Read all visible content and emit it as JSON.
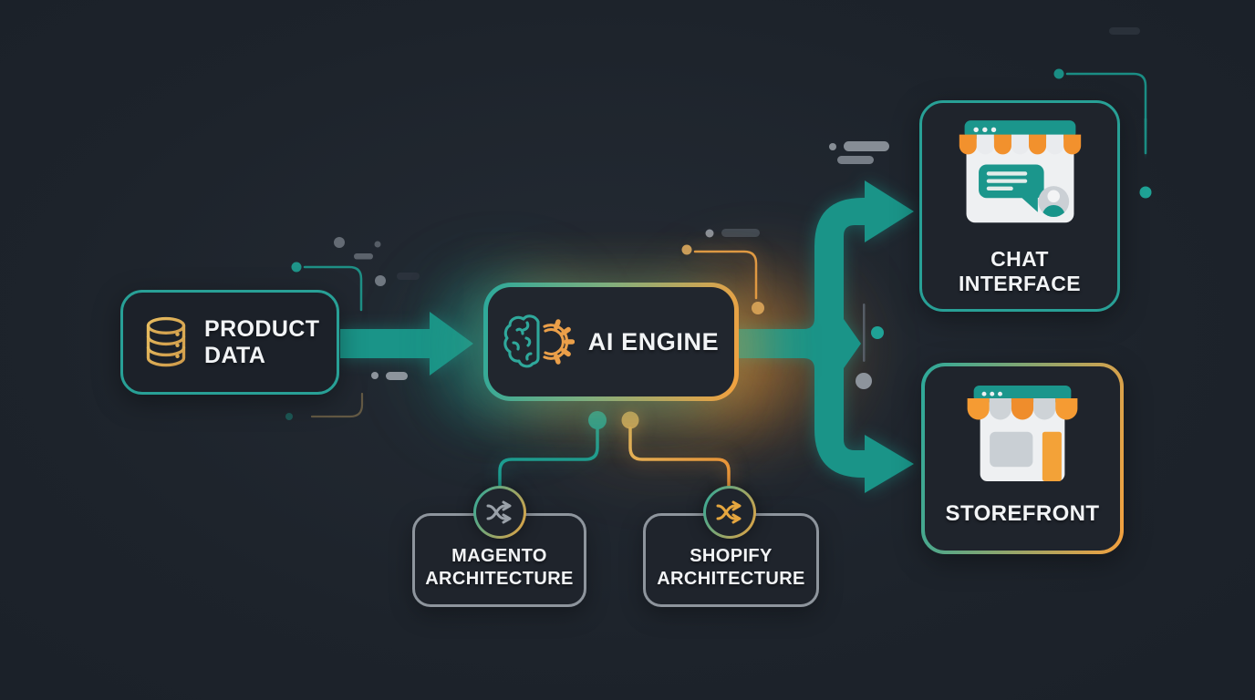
{
  "diagram": {
    "type": "flow-diagram",
    "nodes": {
      "product_data": {
        "label": [
          "PRODUCT",
          "DATA"
        ],
        "icon": "database-icon"
      },
      "ai_engine": {
        "label": "AI ENGINE",
        "icon": "brain-gear-icon"
      },
      "chat_interface": {
        "label": [
          "CHAT",
          "INTERFACE"
        ],
        "icon": "chat-window-icon"
      },
      "storefront": {
        "label": "STOREFRONT",
        "icon": "storefront-icon"
      },
      "magento": {
        "label": [
          "MAGENTO",
          "ARCHITECTURE"
        ],
        "icon": "shuffle-icon"
      },
      "shopify": {
        "label": [
          "SHOPIFY",
          "ARCHITECTURE"
        ],
        "icon": "shuffle-icon"
      }
    },
    "edges": [
      {
        "from": "product_data",
        "to": "ai_engine",
        "style": "thick-teal-arrow"
      },
      {
        "from": "ai_engine",
        "to": "chat_interface",
        "style": "thick-teal-branch-arrow"
      },
      {
        "from": "ai_engine",
        "to": "storefront",
        "style": "thick-teal-branch-arrow"
      },
      {
        "from": "ai_engine",
        "to": "magento",
        "style": "thin-teal-line-with-dot"
      },
      {
        "from": "ai_engine",
        "to": "shopify",
        "style": "thin-orange-line-with-dot"
      }
    ],
    "colors": {
      "background": "#1d232b",
      "teal": "#1a9a8e",
      "teal_bright": "#2ba99b",
      "orange": "#f2912d",
      "gold": "#cfa05c",
      "gray_decoration": "#8d949c",
      "box_border_gray": "#8e959d",
      "text": "#f2f4f6"
    }
  }
}
